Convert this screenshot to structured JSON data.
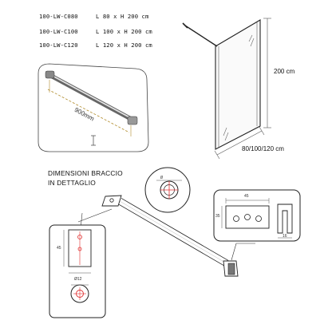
{
  "models": [
    {
      "code": "100-LW-C080",
      "size": "L 80 x H 200 cm"
    },
    {
      "code": "100-LW-C100",
      "size": "L 100 x H 200 cm"
    },
    {
      "code": "100-LW-C120",
      "size": "L 120 x H 200 cm"
    }
  ],
  "panel": {
    "height_label": "200 cm",
    "width_label": "80/100/120 cm"
  },
  "bar_photo": {
    "length_label": "900mm"
  },
  "detail": {
    "title_line1": "DIMENSIONI BRACCIO",
    "title_line2": "IN DETTAGLIO"
  },
  "bracket": {
    "width_label": "45",
    "height_label": "35",
    "depth_label": "16"
  },
  "end_block": {
    "height_label": "45",
    "hole_label": "Ø12"
  },
  "colors": {
    "line": "#222222",
    "accent": "#e03030",
    "dim_line": "#555555"
  }
}
